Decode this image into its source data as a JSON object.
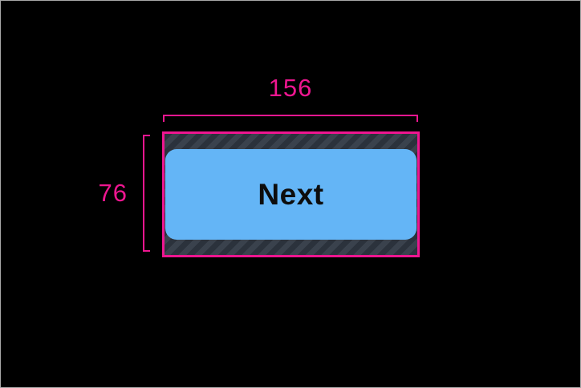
{
  "canvas": {
    "background_color": "#000000",
    "border_color": "#a8a8a8"
  },
  "annotation": {
    "accent_color": "#ee1690",
    "width_label": "156",
    "height_label": "76"
  },
  "touch_target": {
    "hatch_base_color": "#3a424d",
    "hatch_stripe_color": "#2b323c",
    "border_color": "#ee1690"
  },
  "button": {
    "label": "Next",
    "background_color": "#64b5f6",
    "text_color": "#0d0d0d"
  }
}
